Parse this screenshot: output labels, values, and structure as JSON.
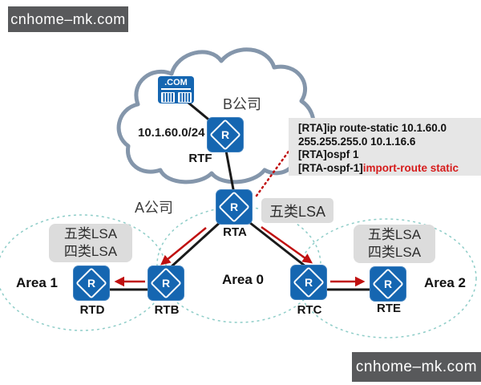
{
  "watermark": {
    "top_left": "cnhome–mk.com",
    "bottom_right": "cnhome–mk.com"
  },
  "cloud": {
    "company": "B公司",
    "network": "10.1.60.0/24",
    "server_label": ".COM"
  },
  "company_a": "A公司",
  "routers": {
    "glyph": "R",
    "rtf": "RTF",
    "rta": "RTA",
    "rtb": "RTB",
    "rtc": "RTC",
    "rtd": "RTD",
    "rte": "RTE"
  },
  "areas": {
    "area1": "Area 1",
    "area0": "Area 0",
    "area2": "Area 2"
  },
  "lsa": {
    "center": "五类LSA",
    "left_line1": "五类LSA",
    "left_line2": "四类LSA",
    "right_line1": "五类LSA",
    "right_line2": "四类LSA"
  },
  "config": {
    "line1": "[RTA]ip route-static 10.1.60.0",
    "line2": "255.255.255.0 10.1.16.6",
    "line3": "[RTA]ospf 1",
    "line4_prefix": "[RTA-ospf-1]",
    "line4_highlight": "import-route static"
  },
  "colors": {
    "router_blue": "#1566b1",
    "arrow_red": "#c01010",
    "highlight_red": "#d61c1c",
    "area_ellipse_teal": "#8ecdc8",
    "cloud_outline": "#8496ab",
    "label_box_gray": "#dcdcdc",
    "config_box_gray": "#e6e6e6",
    "watermark_gray": "#58595b"
  }
}
